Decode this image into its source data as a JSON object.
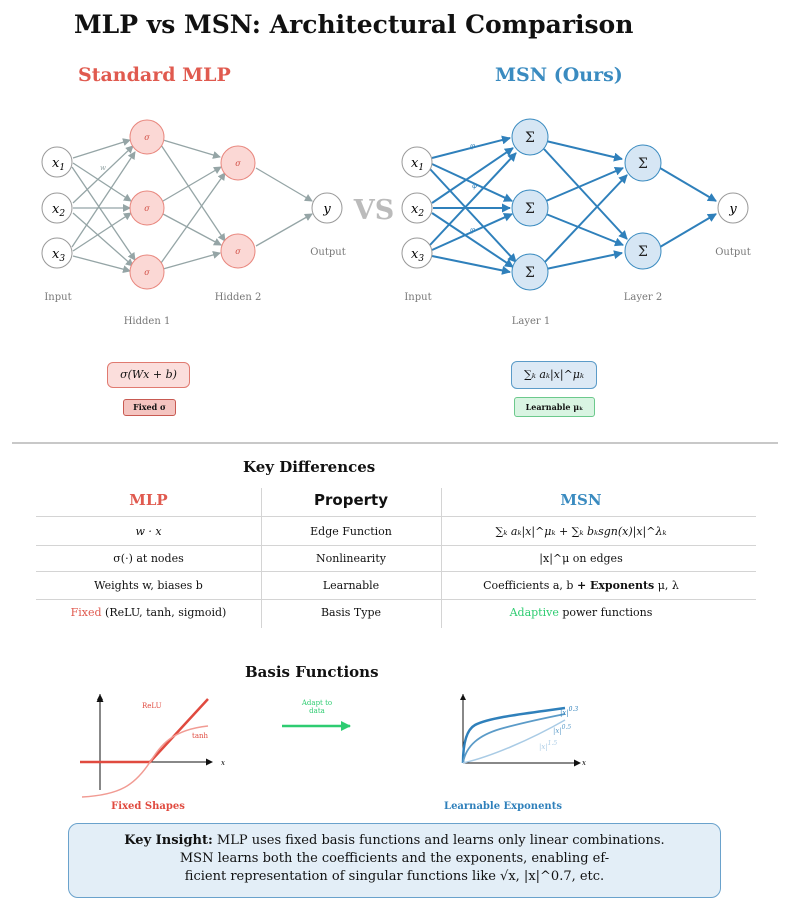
{
  "title": "MLP vs MSN: Architectural Comparison",
  "mlp_header": "Standard MLP",
  "msn_header": "MSN (Ours)",
  "vs_label": "VS",
  "mlp_net": {
    "inputs": [
      "x",
      "x",
      "x"
    ],
    "input_subs": [
      "1",
      "2",
      "3"
    ],
    "node_symbol": "σ",
    "output": "y",
    "edge_label": "w",
    "labels": {
      "input": "Input",
      "hidden1": "Hidden 1",
      "hidden2": "Hidden 2",
      "output": "Output"
    }
  },
  "msn_net": {
    "inputs": [
      "x",
      "x",
      "x"
    ],
    "input_subs": [
      "1",
      "2",
      "3"
    ],
    "node_symbol": "Σ",
    "output": "y",
    "edge_label": "φ",
    "labels": {
      "input": "Input",
      "layer1": "Layer 1",
      "layer2": "Layer 2",
      "output": "Output"
    }
  },
  "mlp_formula": "σ(Wx + b)",
  "mlp_tag": "Fixed σ",
  "msn_formula": "∑ₖ aₖ|x|^μₖ",
  "msn_tag": "Learnable μₖ",
  "key_differences": {
    "title": "Key Differences",
    "headers": {
      "mlp": "MLP",
      "property": "Property",
      "msn": "MSN"
    },
    "rows": [
      {
        "mlp": "w · x",
        "property": "Edge Function",
        "msn": "∑ₖ aₖ|x|^μₖ + ∑ₖ bₖsgn(x)|x|^λₖ"
      },
      {
        "mlp": "σ(·) at nodes",
        "property": "Nonlinearity",
        "msn": "|x|^μ on edges"
      },
      {
        "mlp": "Weights w, biases b",
        "property": "Learnable",
        "msn_pre": "Coefficients a, b ",
        "msn_bold": "+ Exponents",
        "msn_post": " μ, λ"
      },
      {
        "mlp_colored": "Fixed",
        "mlp_rest": " (ReLU, tanh, sigmoid)",
        "property": "Basis Type",
        "msn_colored": "Adaptive",
        "msn_rest": " power functions"
      }
    ]
  },
  "basis_functions": {
    "title": "Basis Functions",
    "left": {
      "relu": "ReLU",
      "tanh": "tanh",
      "axis": "x",
      "caption": "Fixed Shapes"
    },
    "arrow_label_1": "Adapt to",
    "arrow_label_2": "data",
    "right": {
      "c1": "|x|",
      "c1_exp": "0.3",
      "c2": "|x|",
      "c2_exp": "0.5",
      "c3": "|x|",
      "c3_exp": "1.5",
      "axis": "x",
      "caption": "Learnable Exponents"
    }
  },
  "insight": {
    "bold": "Key Insight:",
    "line1": " MLP uses fixed basis functions and learns only linear combinations.",
    "line2": "MSN learns both the coefficients and the exponents, enabling ef-",
    "line3": "ficient representation of singular functions like √x, |x|^0.7, etc."
  },
  "colors": {
    "mlp": "#e05a4f",
    "msn": "#3a8bc0",
    "green": "#2ecc71",
    "gray_edge": "#95a5a6"
  }
}
